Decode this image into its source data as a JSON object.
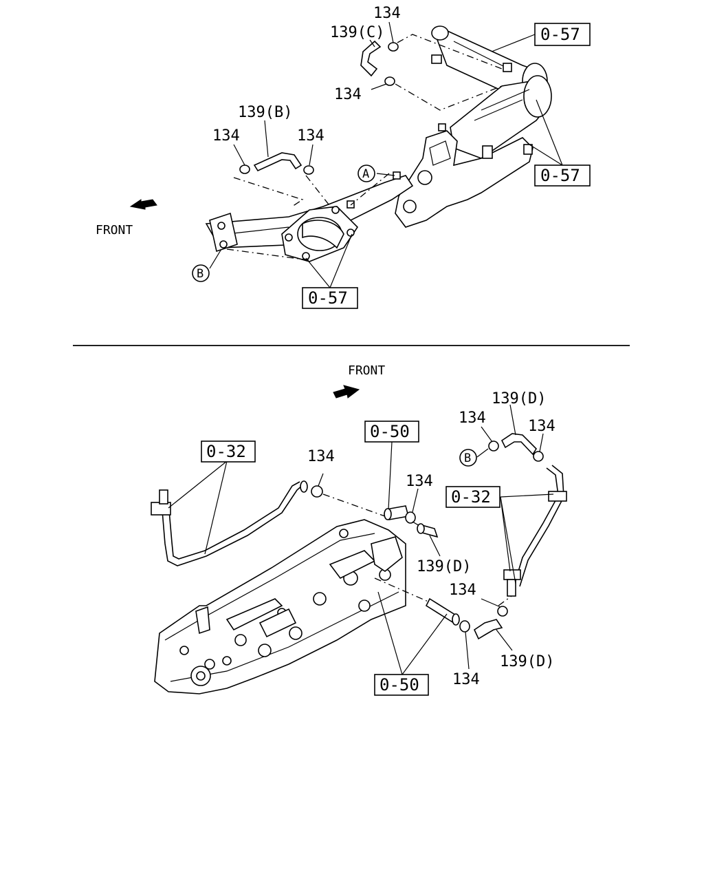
{
  "upper": {
    "front_label": "FRONT",
    "labels": {
      "clamp_top": "134",
      "hose_c": "139(C)",
      "clamp_mid": "134",
      "hose_b": "139(B)",
      "clamp_left": "134",
      "clamp_right": "134"
    },
    "refs": {
      "ref_top": "0-57",
      "ref_right": "0-57",
      "ref_bottom": "0-57"
    },
    "circles": {
      "a": "A",
      "b": "B"
    }
  },
  "lower": {
    "front_label": "FRONT",
    "labels": {
      "hose_d_top": "139(D)",
      "clamp_d_left": "134",
      "clamp_d_right": "134",
      "clamp_center": "134",
      "clamp_pipe": "134",
      "hose_d_mid": "139(D)",
      "clamp_lower_right": "134",
      "clamp_bottom": "134",
      "hose_d_bottom": "139(D)"
    },
    "refs": {
      "ref_032_left": "0-32",
      "ref_050_top": "0-50",
      "ref_032_right": "0-32",
      "ref_050_bottom": "0-50"
    },
    "circles": {
      "b": "B"
    }
  }
}
